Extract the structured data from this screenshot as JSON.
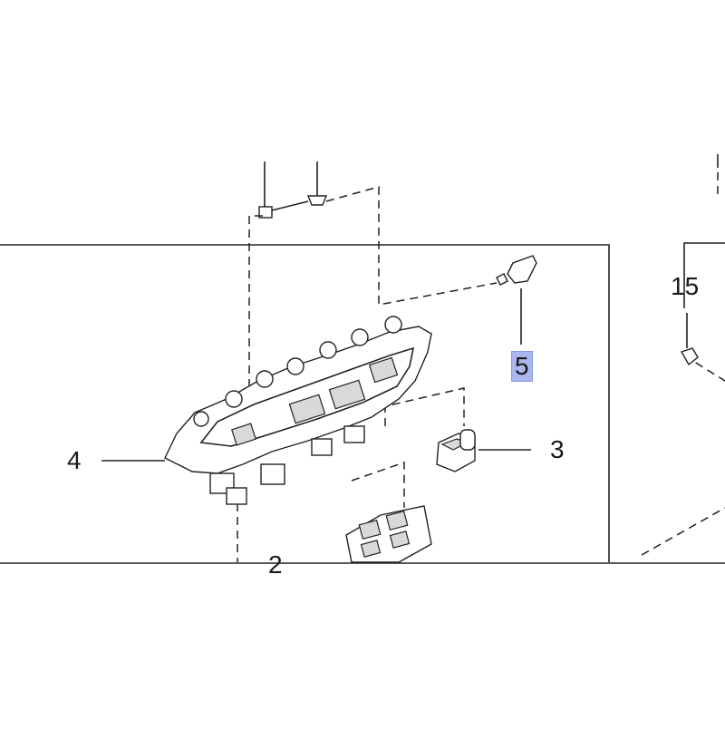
{
  "callouts": [
    {
      "id": "5",
      "label": "5",
      "highlight": true
    },
    {
      "id": "4",
      "label": "4"
    },
    {
      "id": "3",
      "label": "3"
    },
    {
      "id": "15",
      "label": "15"
    },
    {
      "id": "2",
      "label": "2"
    }
  ],
  "colors": {
    "line": "#222222",
    "highlight": "#aab6ee",
    "background": "#ffffff"
  }
}
